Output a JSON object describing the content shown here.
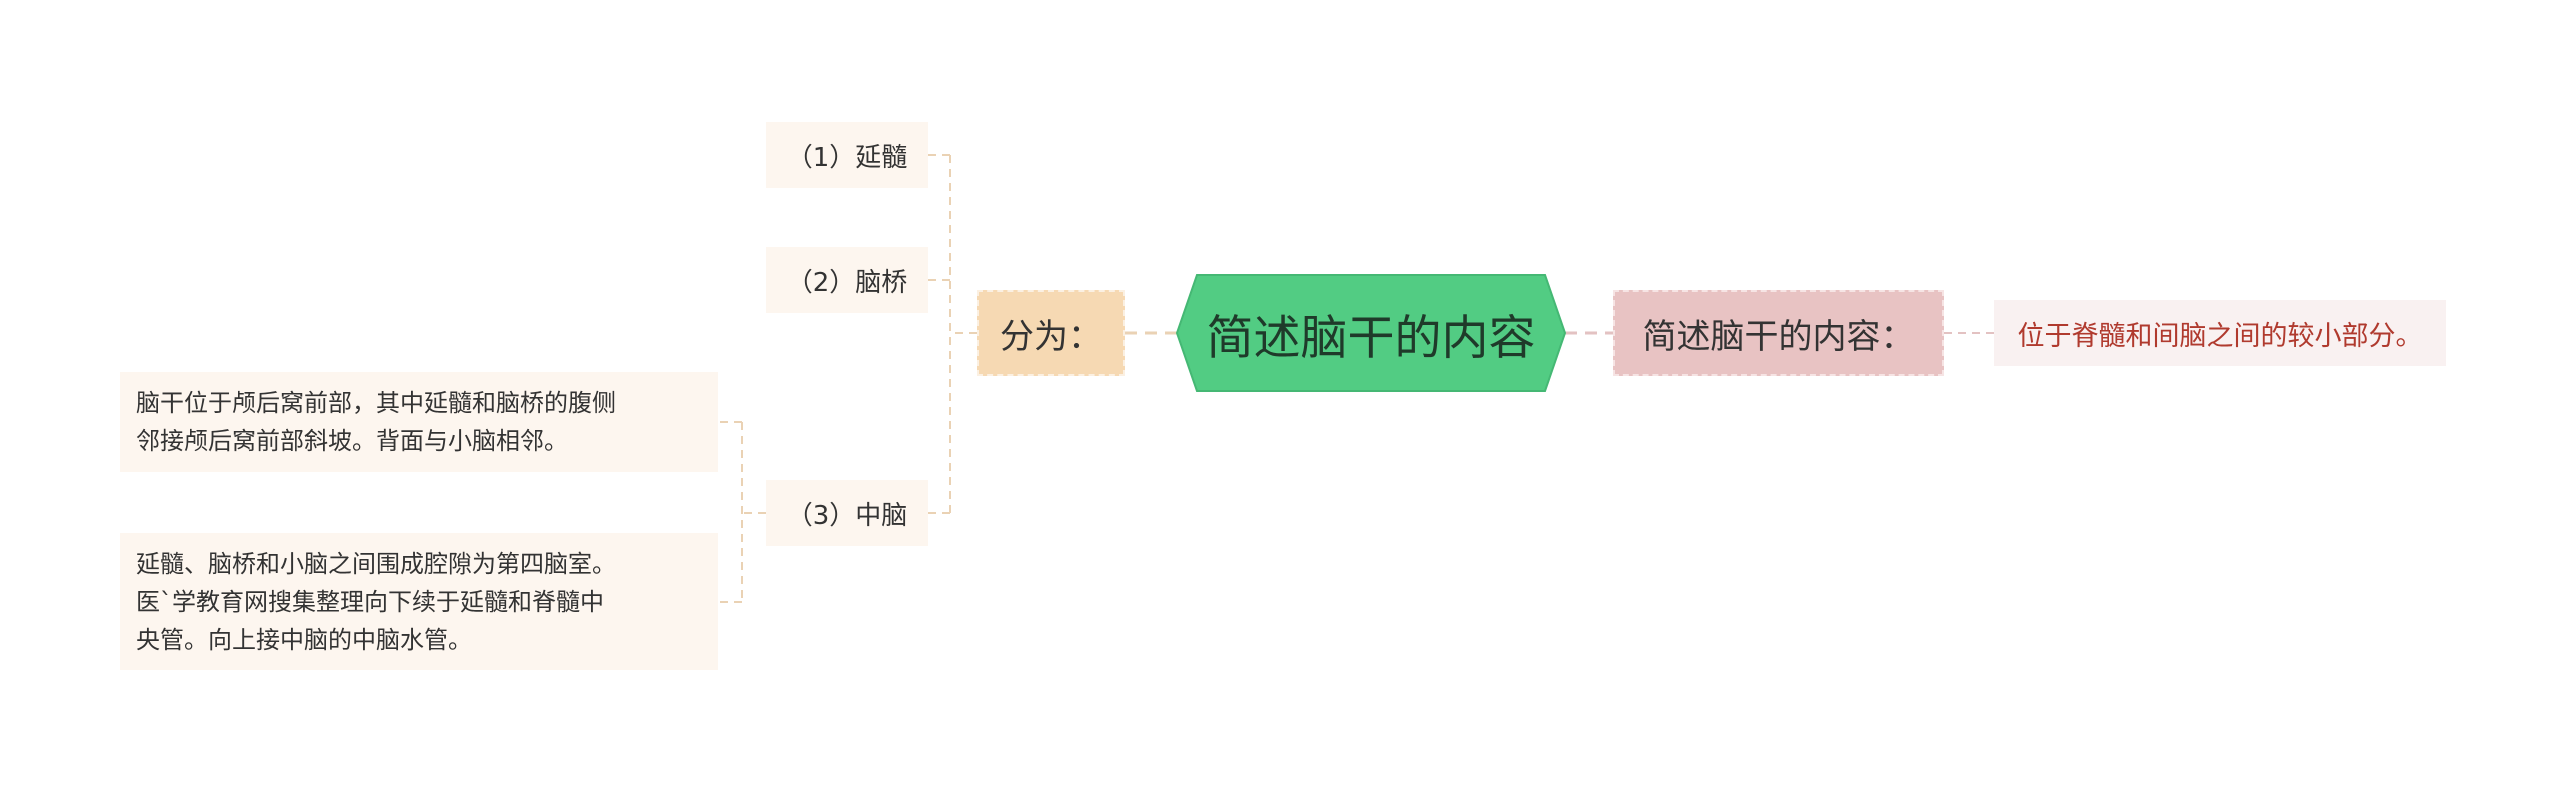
{
  "colors": {
    "central": "#52cc83",
    "branch_left": "#f6d9b3",
    "branch_right": "#e8c3c3",
    "leaf_bg": "#fdf6ef",
    "answer_bg": "#f9f1f1",
    "answer_text": "#b03a2e",
    "connector_left": "#ead2b4",
    "connector_right": "#e3c2c2"
  },
  "mindmap": {
    "central": "简述脑干的内容",
    "left_branch": {
      "label": "分为：",
      "children": [
        {
          "label": "（1）延髓"
        },
        {
          "label": "（2）脑桥"
        },
        {
          "label": "（3）中脑",
          "details": [
            "脑干位于颅后窝前部，其中延髓和脑桥的腹侧\n邻接颅后窝前部斜坡。背面与小脑相邻。",
            "延髓、脑桥和小脑之间围成腔隙为第四脑室。\n医`学教育网搜集整理向下续于延髓和脊髓中\n央管。向上接中脑的中脑水管。"
          ]
        }
      ]
    },
    "right_branch": {
      "label": "简述脑干的内容：",
      "answer": "位于脊髓和间脑之间的较小部分。"
    }
  }
}
